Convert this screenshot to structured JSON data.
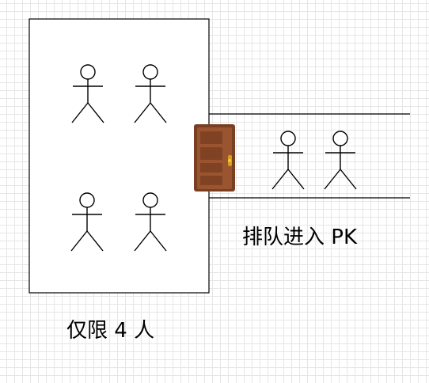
{
  "diagram": {
    "room_caption": "仅限 4 人",
    "queue_caption": "排队进入 PK",
    "icons": {
      "person": "stick-figure-icon",
      "door": "door-icon"
    },
    "colors": {
      "stroke": "#000000",
      "door_body": "#8b4a2b",
      "door_panel": "#a0522d",
      "door_knob": "#d4a017",
      "grid": "#e6e6e6"
    },
    "room": {
      "capacity": 4,
      "people_inside": 4
    },
    "queue": {
      "people_waiting": 2
    }
  }
}
